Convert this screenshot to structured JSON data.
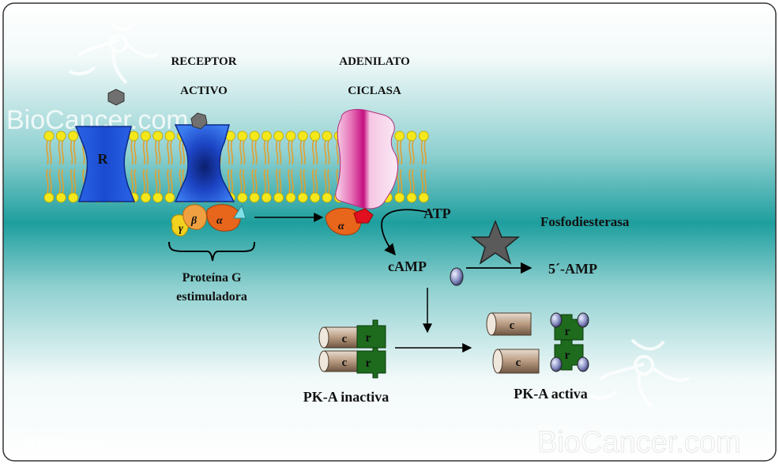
{
  "labels": {
    "receptor_line1": "RECEPTOR",
    "receptor_line2": "ACTIVO",
    "adenilato_line1": "ADENILATO",
    "adenilato_line2": "CICLASA",
    "receptor_r": "R",
    "atp": "ATP",
    "camp": "cAMP",
    "fosfodiesterasa": "Fosfodiesterasa",
    "amp": "5´-AMP",
    "proteina_line1": "Proteína G",
    "proteina_line2": "estimuladora",
    "gamma": "γ",
    "beta": "β",
    "alpha": "α",
    "alpha_ac": "α",
    "pka_inactiva": "PK-A inactiva",
    "pka_activa": "PK-A activa",
    "c": "c",
    "r": "r"
  },
  "watermark": {
    "brand": "BioCancer.com",
    "copyright": "© BioCancer.com"
  },
  "colors": {
    "membrane_head": "#F4E81C",
    "membrane_tail": "#E0A030",
    "receptor_blue": "#1F55D8",
    "gprotein_orange": "#E8651C",
    "gprotein_yellow": "#F2D21E",
    "cyclase_magenta": "#D0208F",
    "pka_green": "#1E6B1E",
    "pka_tan": "#B89A80",
    "teal": "#1A9C9C"
  }
}
